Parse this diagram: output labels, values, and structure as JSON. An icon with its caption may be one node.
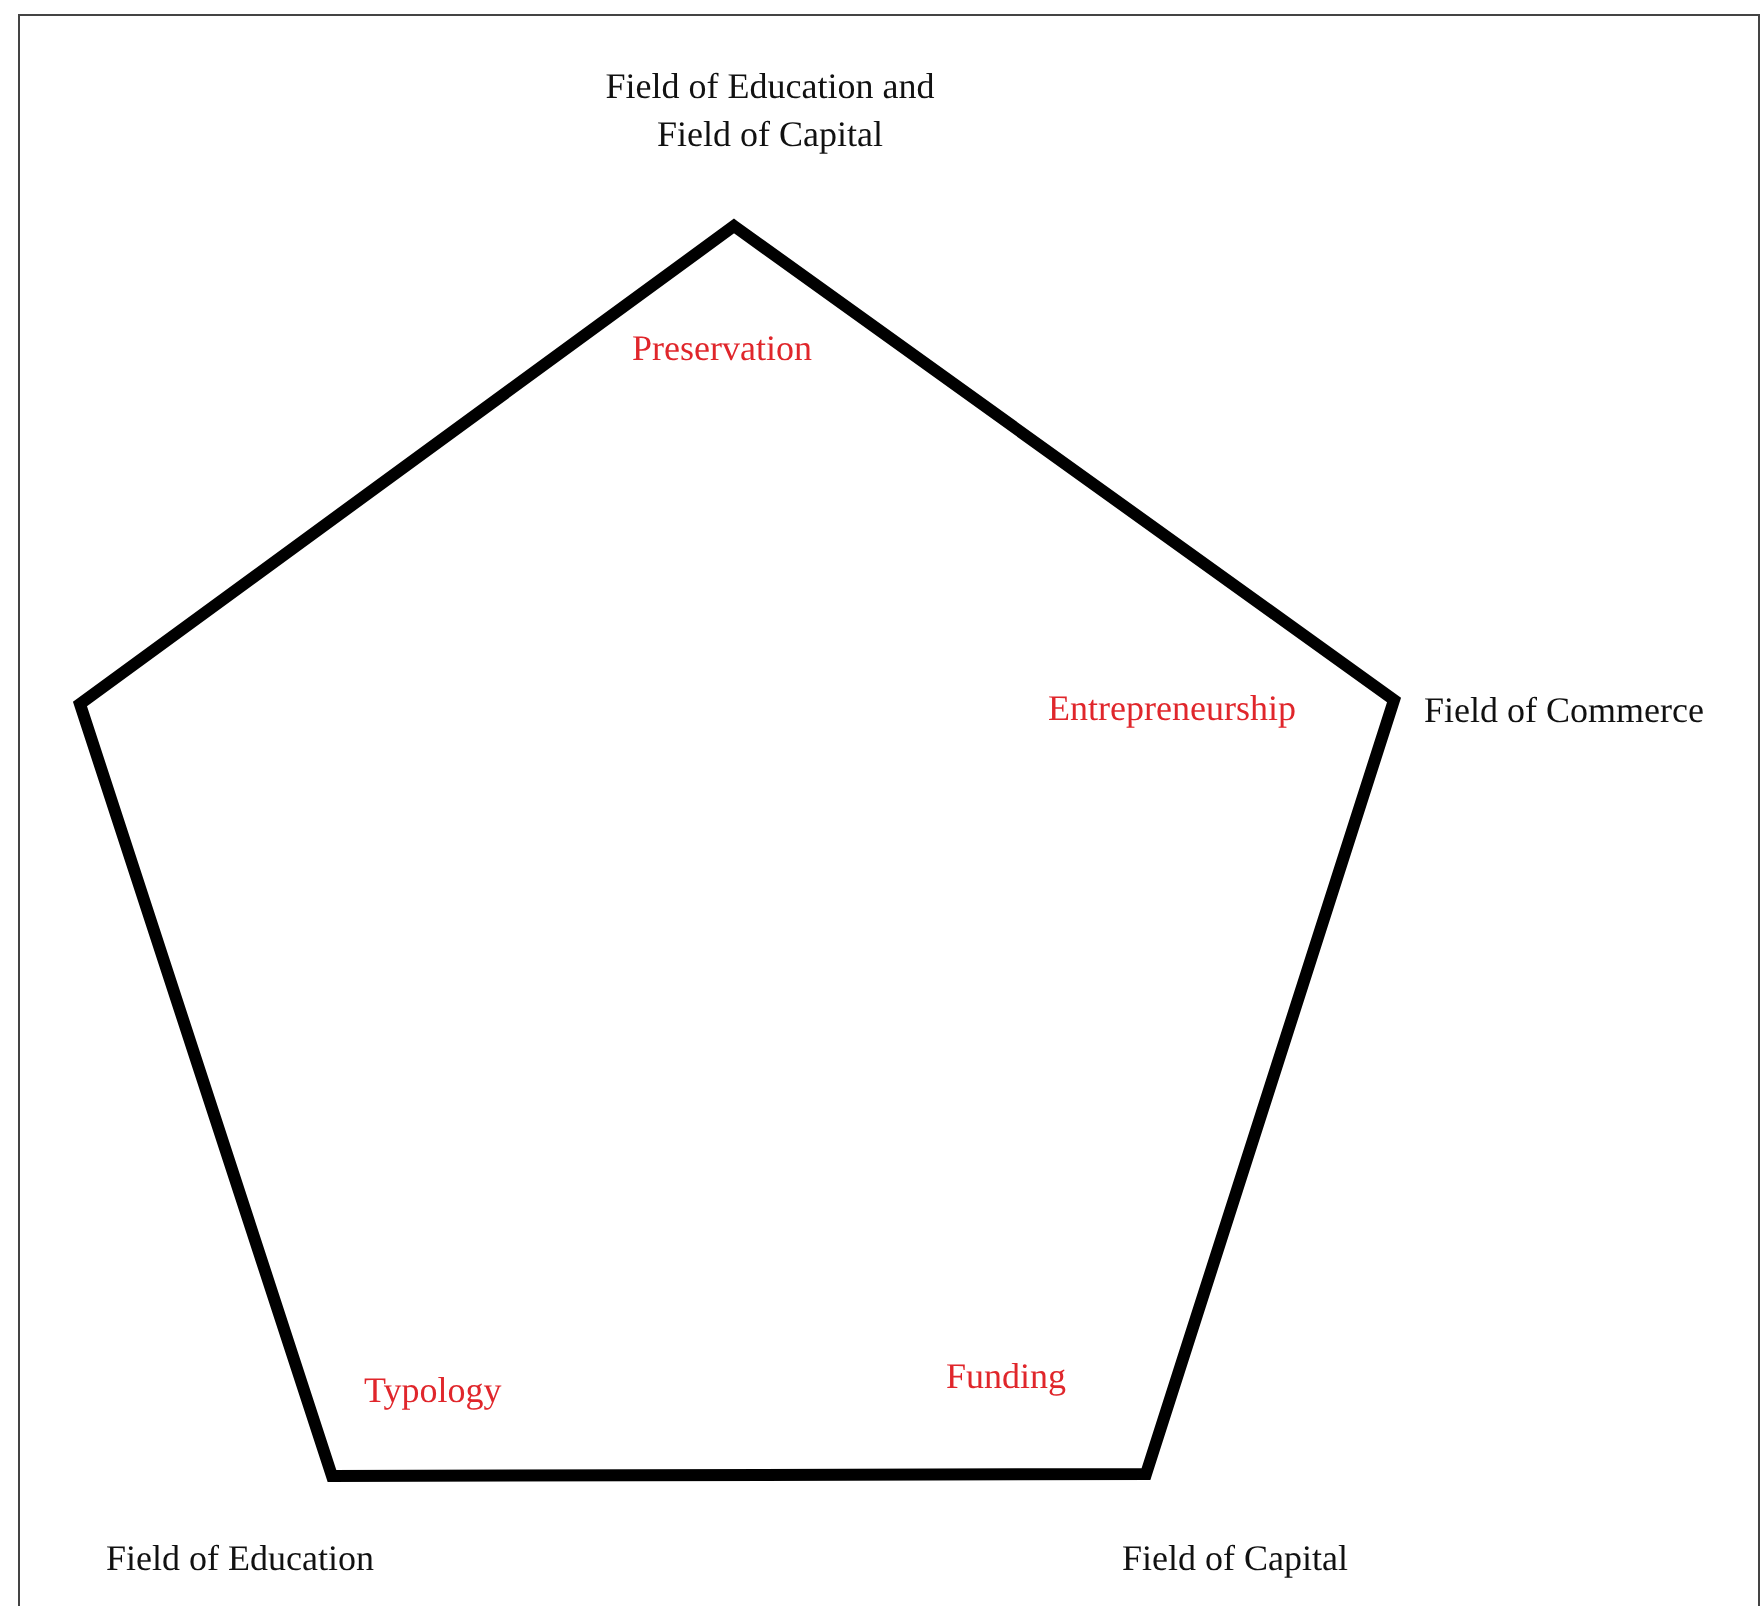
{
  "diagram": {
    "nodes": [
      {
        "text": [
          "Preservation",
          "Entrepreneurship",
          "Funding",
          "Typology"
        ]
      }
    ],
    "edges": [],
    "labels": [
      "Field of Education and Field of Capital",
      "Field of Commerce",
      "Field of Education",
      "Field of Capital"
    ]
  }
}
